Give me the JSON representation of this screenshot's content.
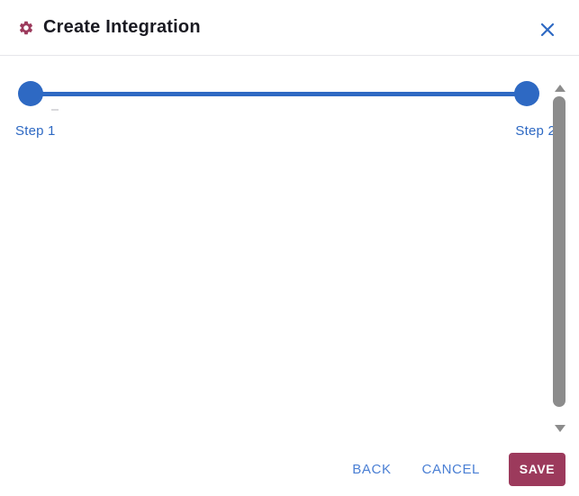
{
  "header": {
    "title": "Create Integration"
  },
  "stepper": {
    "steps": [
      {
        "label": "Step 1"
      },
      {
        "label": "Step 2"
      }
    ],
    "progress": "complete"
  },
  "footer": {
    "back_label": "BACK",
    "cancel_label": "CANCEL",
    "save_label": "SAVE"
  },
  "icons": {
    "header_icon": "gear-icon",
    "close_icon": "close-icon",
    "scroll_up": "triangle-up-icon",
    "scroll_down": "triangle-down-icon"
  },
  "colors": {
    "accent_blue": "#2e69c3",
    "link_blue": "#4a7fd4",
    "brand_maroon": "#9c3a5c",
    "title_text": "#1a1a22",
    "scrollbar_gray": "#8c8c8c"
  }
}
